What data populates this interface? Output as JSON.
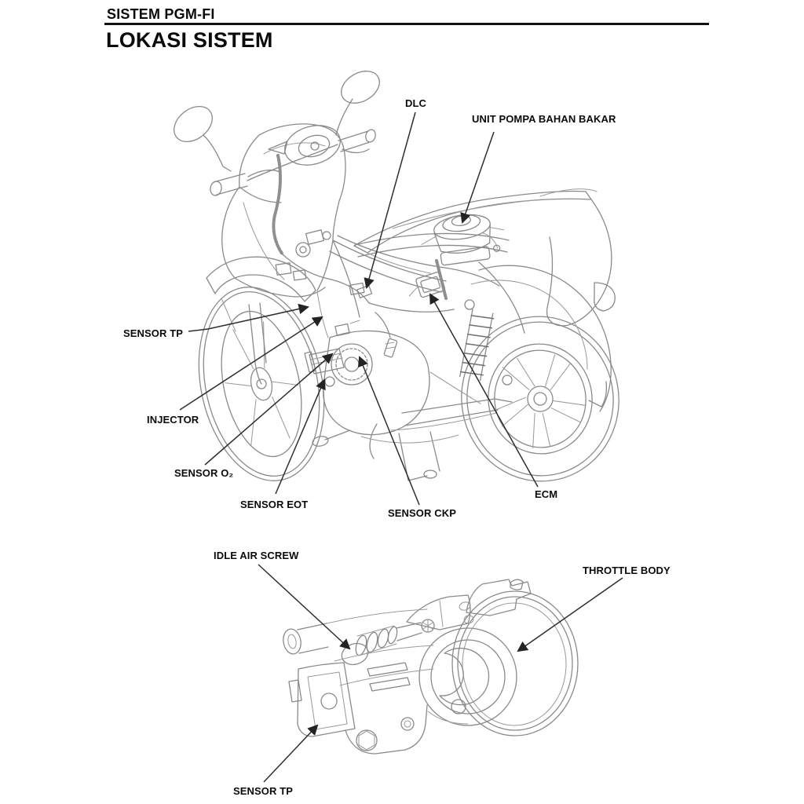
{
  "page": {
    "section_title": "SISTEM PGM-FI",
    "page_title": "LOKASI SISTEM"
  },
  "colors": {
    "background": "#ffffff",
    "text": "#0a0a0a",
    "header_rule": "#121212",
    "line_art": "#8a8a8a",
    "leader_line": "#2e2e2e"
  },
  "figures": [
    {
      "name": "motorcycle-system-location"
    },
    {
      "name": "throttle-body-detail"
    }
  ],
  "labels": [
    {
      "id": "dlc",
      "text": "DLC"
    },
    {
      "id": "fuel-pump-unit",
      "text": "UNIT POMPA BAHAN BAKAR"
    },
    {
      "id": "sensor-tp",
      "text": "SENSOR TP"
    },
    {
      "id": "injector",
      "text": "INJECTOR"
    },
    {
      "id": "sensor-o2",
      "text": "SENSOR O₂"
    },
    {
      "id": "sensor-eot",
      "text": "SENSOR EOT"
    },
    {
      "id": "sensor-ckp",
      "text": "SENSOR CKP"
    },
    {
      "id": "ecm",
      "text": "ECM"
    },
    {
      "id": "idle-air-screw",
      "text": "IDLE AIR SCREW"
    },
    {
      "id": "throttle-body",
      "text": "THROTTLE BODY"
    },
    {
      "id": "sensor-tp-throttle",
      "text": "SENSOR TP"
    }
  ]
}
